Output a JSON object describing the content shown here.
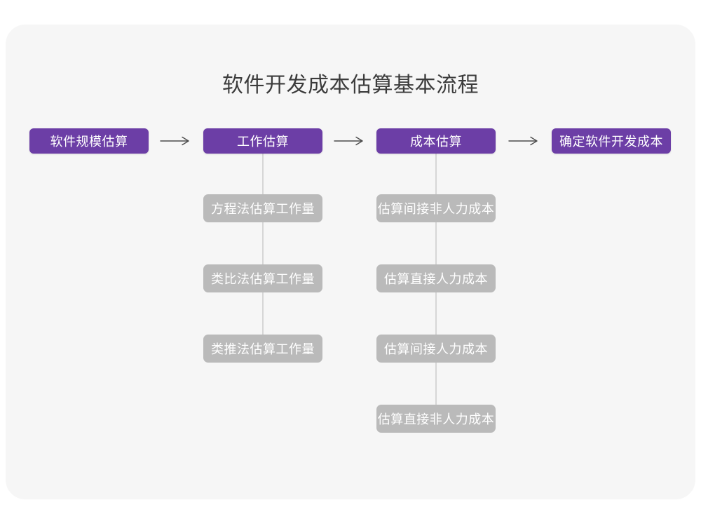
{
  "title": "软件开发成本估算基本流程",
  "colors": {
    "accent": "#6C3EA6",
    "sub_box": "#BABABA",
    "card_bg": "#F6F6F6",
    "connector": "#D6D6D6",
    "arrow": "#4C4C4C",
    "title_color": "#3C3C3C"
  },
  "flow": {
    "steps": [
      {
        "label": "软件规模估算"
      },
      {
        "label": "工作估算"
      },
      {
        "label": "成本估算"
      },
      {
        "label": "确定软件开发成本"
      }
    ]
  },
  "chains": [
    {
      "parent": "工作估算",
      "items": [
        "方程法估算工作量",
        "类比法估算工作量",
        "类推法估算工作量"
      ]
    },
    {
      "parent": "成本估算",
      "items": [
        "估算间接非人力成本",
        "估算直接人力成本",
        "估算间接人力成本",
        "估算直接非人力成本"
      ]
    }
  ]
}
